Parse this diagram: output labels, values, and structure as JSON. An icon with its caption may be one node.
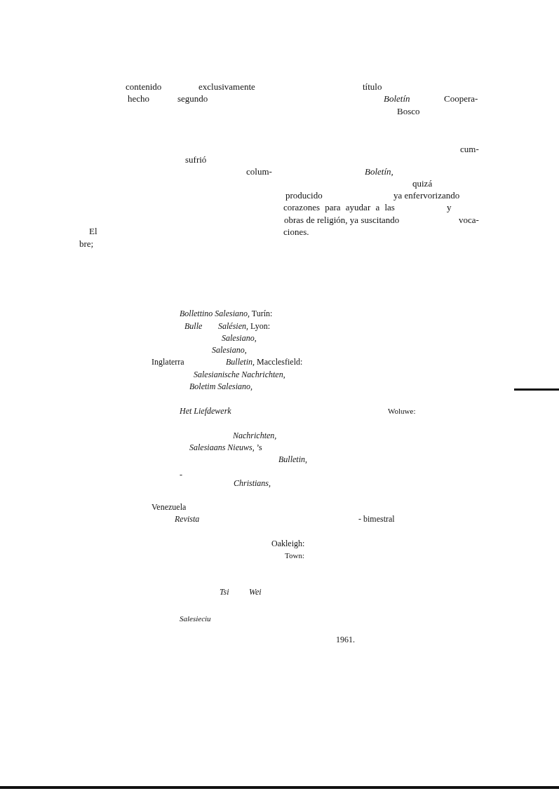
{
  "diagram": {
    "labels": [
      "contenido",
      "exclusivamente",
      "título",
      "hecho",
      "segundo",
      "Boletín",
      "Coopera-",
      "Bosco",
      "cum-",
      "sufrió",
      "colum-",
      "Boletín,",
      "quizá",
      "producido",
      "ya enfervorizando",
      "corazones para ayudar a las",
      "y",
      "obras de religión, ya suscitando",
      "voca-",
      "El",
      "ciones.",
      "bre;",
      "*Bollettino Salesiano,* Turín:",
      "Bulle",
      "*Salésien,* Lyon:",
      "Salesiano,",
      "Salesiano,",
      "Inglaterra",
      "*Bulletin,* Macclesfield:",
      "Salesianische Nachrichten,",
      "Boletim Salesiano,",
      "Het Liefdewerk",
      "Woluwe:",
      "Nachrichten,",
      "*Salesiaans Nieuws,* ’s",
      "Bulletin,",
      "Christians,",
      "-",
      "Venezuela",
      "Revista",
      "- bimestral",
      "Oakleigh:",
      "Town:",
      "Tsi",
      "Wei",
      "Salesieciu",
      "1961."
    ]
  }
}
